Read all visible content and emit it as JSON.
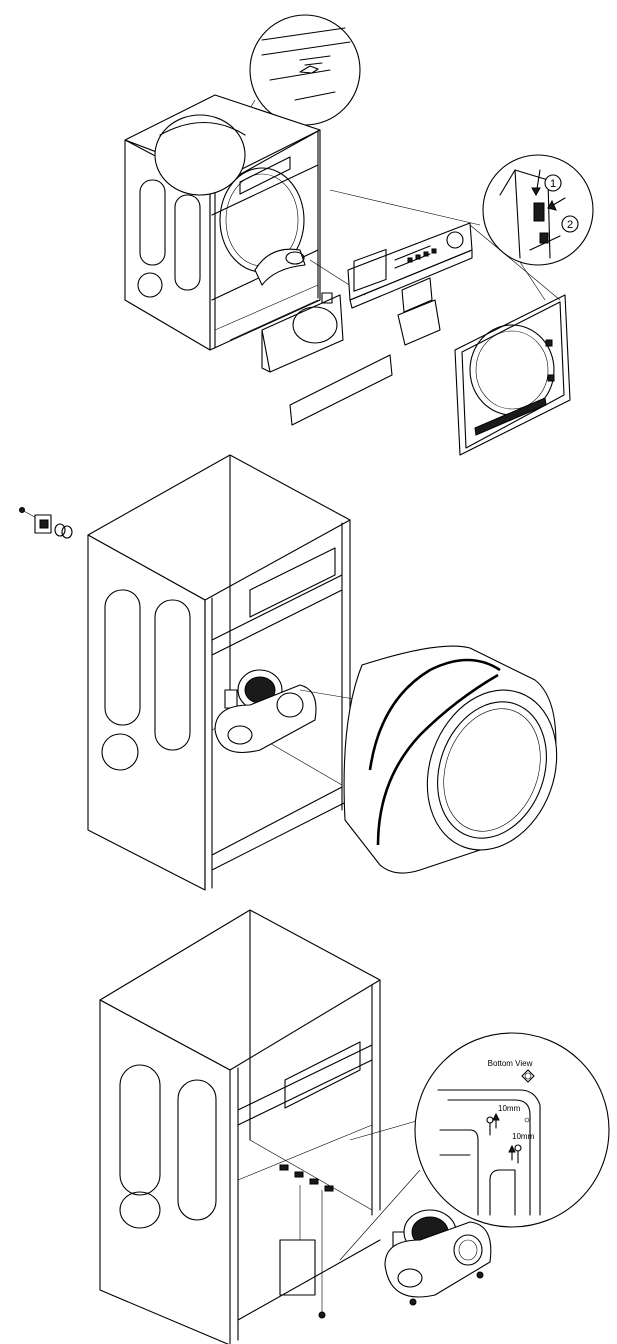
{
  "callouts": {
    "step1": "1",
    "step2": "2"
  },
  "bottom_view": {
    "title": "Bottom View",
    "dim_upper": "10mm",
    "dim_lower": "10mm"
  }
}
